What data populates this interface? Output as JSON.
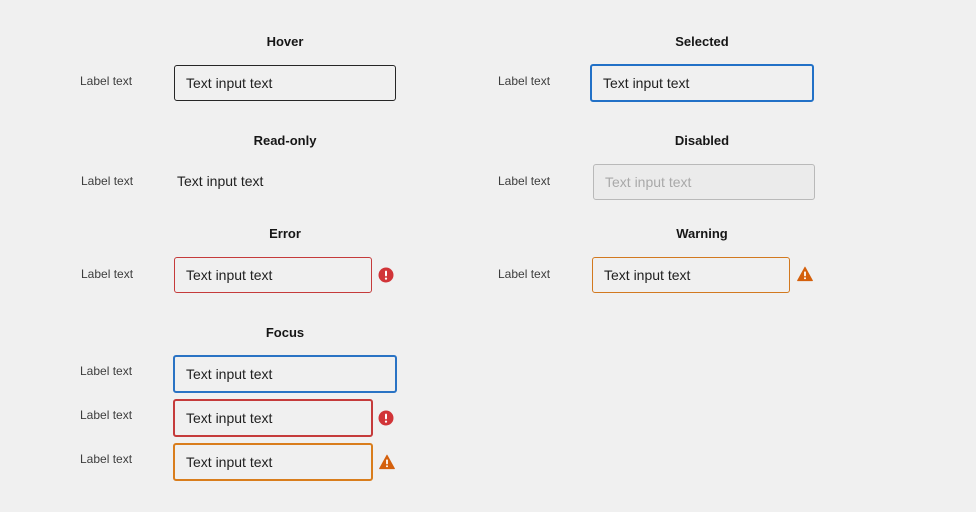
{
  "sections": {
    "hover": {
      "title": "Hover",
      "label": "Label text",
      "value": "Text input text"
    },
    "selected": {
      "title": "Selected",
      "label": "Label text",
      "value": "Text input text"
    },
    "readonly": {
      "title": "Read-only",
      "label": "Label text",
      "value": "Text input text"
    },
    "disabled": {
      "title": "Disabled",
      "label": "Label text",
      "value": "Text input text"
    },
    "error": {
      "title": "Error",
      "label": "Label text",
      "value": "Text input text"
    },
    "warning": {
      "title": "Warning",
      "label": "Label text",
      "value": "Text input text"
    },
    "focus": {
      "title": "Focus",
      "rows": [
        {
          "label": "Label text",
          "value": "Text input text"
        },
        {
          "label": "Label text",
          "value": "Text input text"
        },
        {
          "label": "Label text",
          "value": "Text input text"
        }
      ]
    }
  },
  "colors": {
    "background": "#f0f0f0",
    "selected_border": "#2271c7",
    "error": "#c53b3b",
    "warning": "#d2791f",
    "disabled_text": "#a9a9a9"
  },
  "icons": {
    "error": "error-circle-icon",
    "warning": "warning-triangle-icon"
  }
}
